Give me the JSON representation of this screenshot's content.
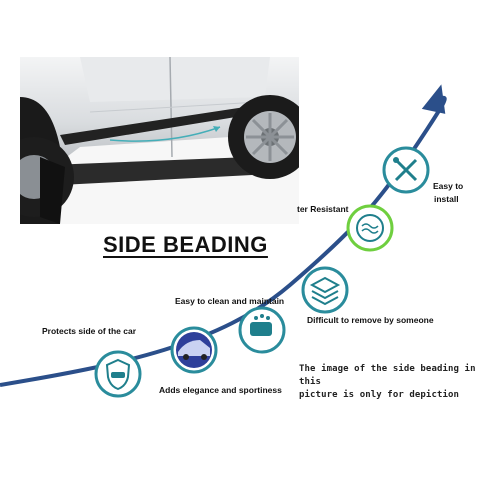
{
  "title": "SIDE BEADING",
  "features": [
    {
      "label": "Protects side of the car",
      "icon": "shield-car-icon"
    },
    {
      "label": "Adds elegance and sportiness",
      "icon": "car-side-icon"
    },
    {
      "label": "Easy to clean and maintain",
      "icon": "hand-wash-icon"
    },
    {
      "label": "Difficult to remove by someone",
      "icon": "layers-icon"
    },
    {
      "label": "ter Resistant",
      "icon": "water-resistant-icon"
    },
    {
      "label_line1": "Easy to",
      "label_line2": "install",
      "icon": "tools-icon"
    }
  ],
  "note_line1": "The image of the side beading in this",
  "note_line2": "picture is only for depiction",
  "colors": {
    "arrow": "#2b4f8a",
    "ring": "#2a8c9c",
    "water_ring": "#6fcf3f",
    "icon_fill": "#1f7f8c"
  }
}
